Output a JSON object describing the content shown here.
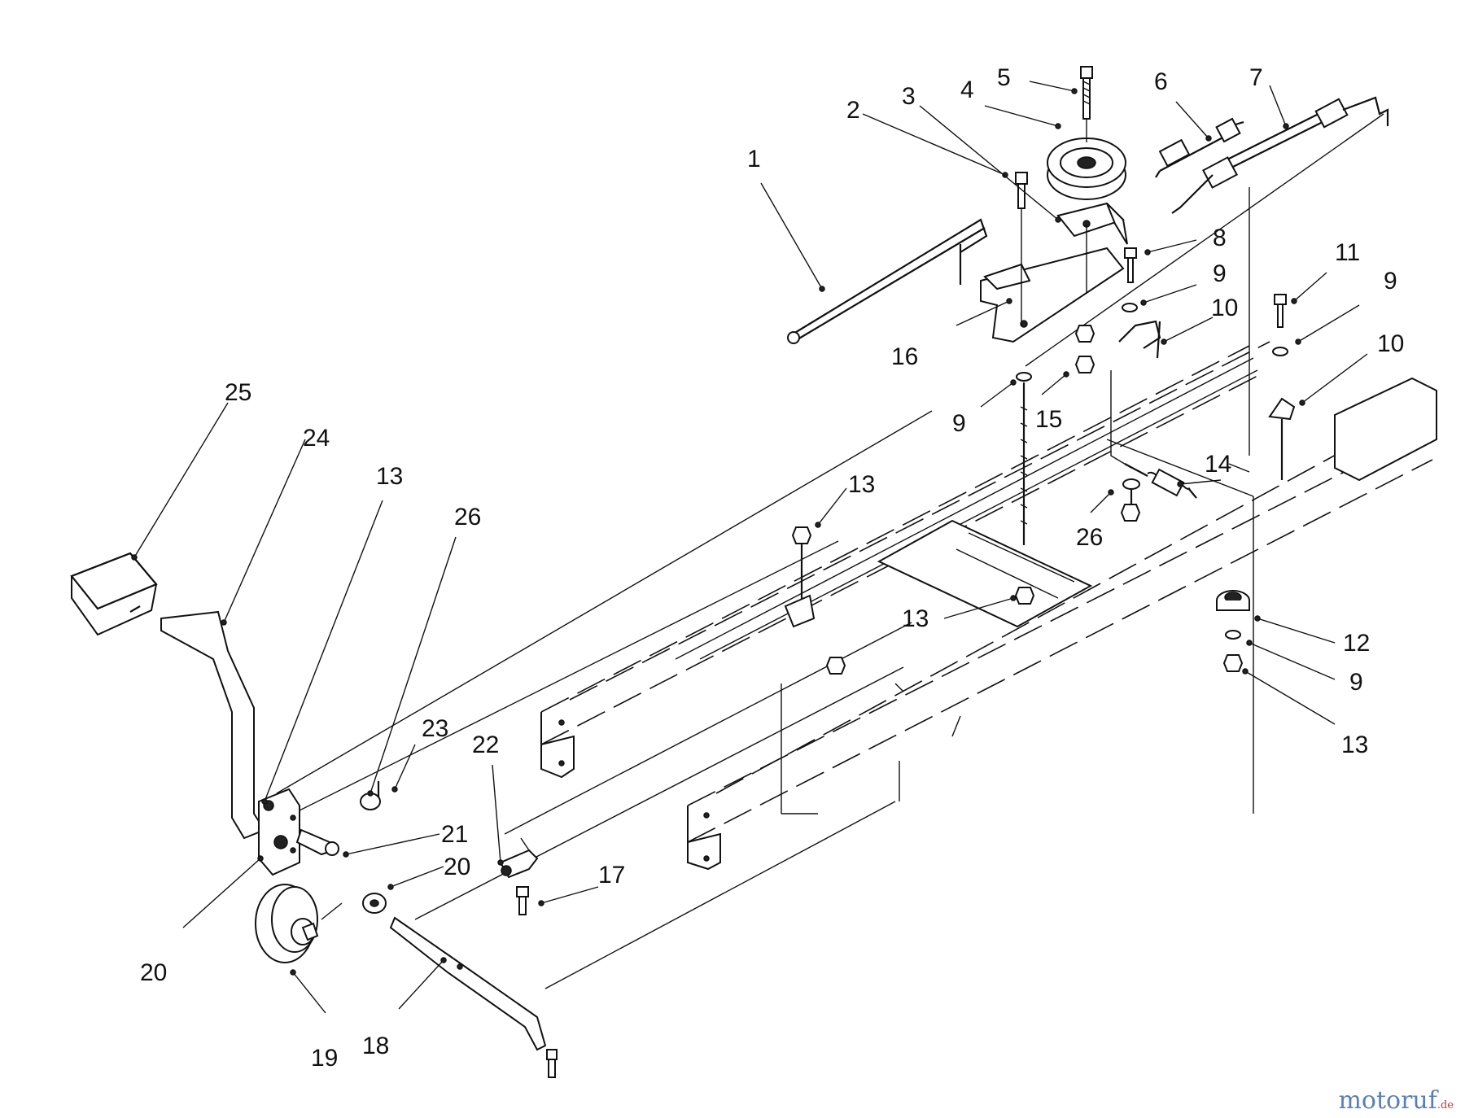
{
  "callouts": [
    {
      "id": "c1",
      "text": "1"
    },
    {
      "id": "c2",
      "text": "2"
    },
    {
      "id": "c3",
      "text": "3"
    },
    {
      "id": "c4",
      "text": "4"
    },
    {
      "id": "c5",
      "text": "5"
    },
    {
      "id": "c6",
      "text": "6"
    },
    {
      "id": "c7",
      "text": "7"
    },
    {
      "id": "c8",
      "text": "8"
    },
    {
      "id": "c9a",
      "text": "9"
    },
    {
      "id": "c9b",
      "text": "9"
    },
    {
      "id": "c9c",
      "text": "9"
    },
    {
      "id": "c9d",
      "text": "9"
    },
    {
      "id": "c10a",
      "text": "10"
    },
    {
      "id": "c10b",
      "text": "10"
    },
    {
      "id": "c11",
      "text": "11"
    },
    {
      "id": "c12",
      "text": "12"
    },
    {
      "id": "c13a",
      "text": "13"
    },
    {
      "id": "c13b",
      "text": "13"
    },
    {
      "id": "c13c",
      "text": "13"
    },
    {
      "id": "c13d",
      "text": "13"
    },
    {
      "id": "c14",
      "text": "14"
    },
    {
      "id": "c15",
      "text": "15"
    },
    {
      "id": "c16",
      "text": "16"
    },
    {
      "id": "c17",
      "text": "17"
    },
    {
      "id": "c18",
      "text": "18"
    },
    {
      "id": "c19",
      "text": "19"
    },
    {
      "id": "c20a",
      "text": "20"
    },
    {
      "id": "c20b",
      "text": "20"
    },
    {
      "id": "c21",
      "text": "21"
    },
    {
      "id": "c22",
      "text": "22"
    },
    {
      "id": "c23",
      "text": "23"
    },
    {
      "id": "c24",
      "text": "24"
    },
    {
      "id": "c25",
      "text": "25"
    },
    {
      "id": "c26a",
      "text": "26"
    },
    {
      "id": "c26b",
      "text": "26"
    }
  ],
  "watermark": {
    "brand": "motoruf",
    "tld": ".de",
    "color": "#5a7fb8",
    "tld_color": "#c23b3b"
  }
}
